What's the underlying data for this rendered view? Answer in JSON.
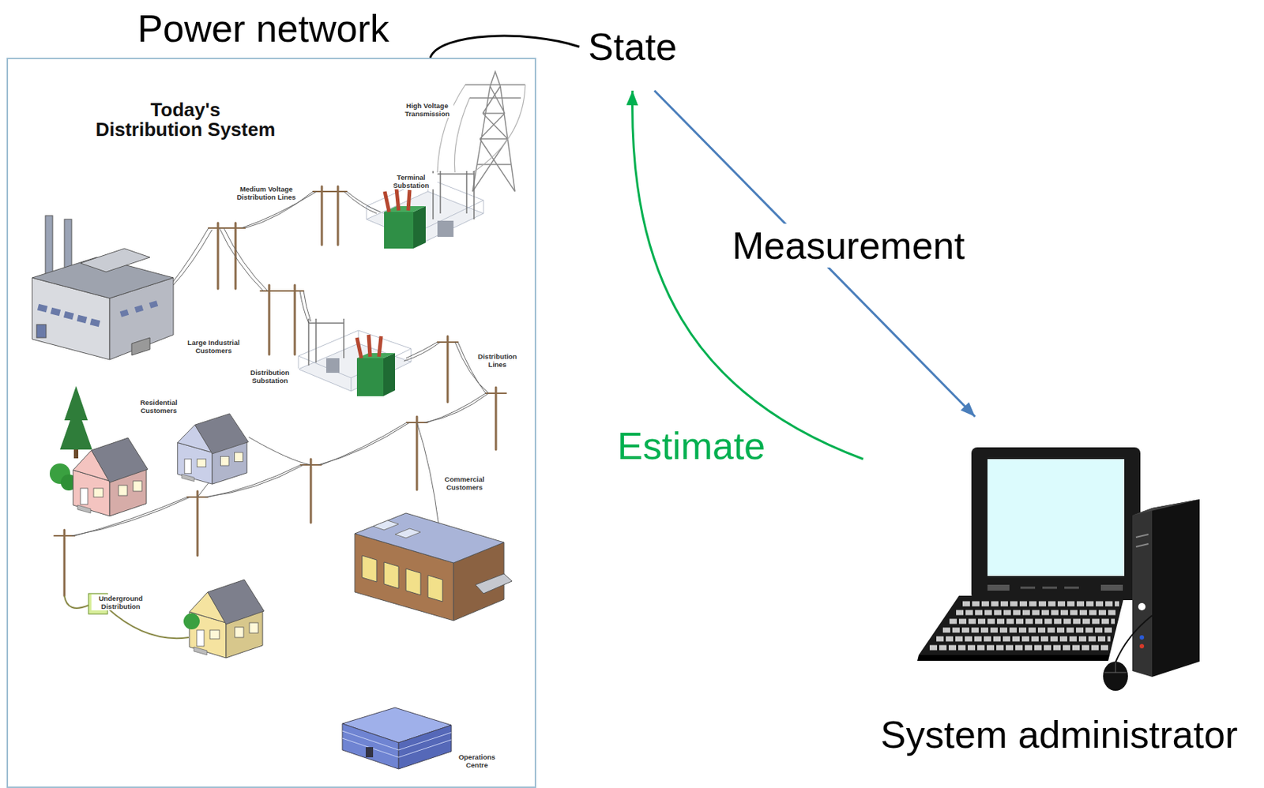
{
  "diagram": {
    "nodes": [
      {
        "text": [
          "Power network"
        ]
      },
      {
        "text": [
          "State"
        ]
      },
      {
        "text": [
          "System administrator"
        ]
      }
    ],
    "edges": [
      {
        "from": 0,
        "to": 1,
        "arrow": "none"
      },
      {
        "from": 1,
        "to": 2,
        "label": "Measurement",
        "arrow": "to"
      },
      {
        "from": 2,
        "to": 1,
        "label": "Estimate",
        "arrow": "to"
      }
    ],
    "labels": [
      "Today's Distribution System",
      "High Voltage Transmission",
      "Terminal Substation",
      "Medium Voltage Distribution Lines",
      "Large Industrial Customers",
      "Distribution Substation",
      "Distribution Lines",
      "Residential Customers",
      "Commercial Customers",
      "Underground Distribution",
      "Operations Centre"
    ]
  }
}
